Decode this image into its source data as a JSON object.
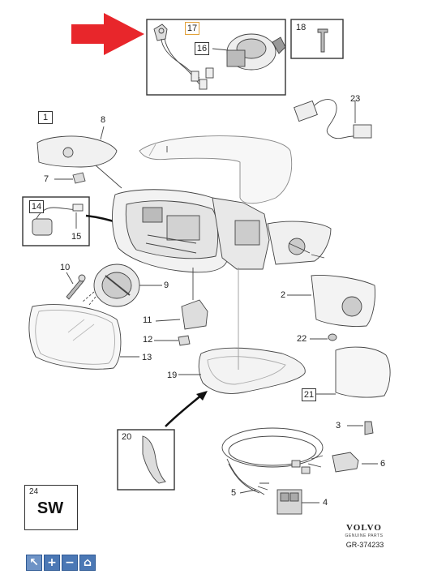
{
  "callouts": {
    "c1": "1",
    "c2": "2",
    "c3": "3",
    "c4": "4",
    "c5": "5",
    "c6": "6",
    "c7": "7",
    "c8": "8",
    "c9": "9",
    "c10": "10",
    "c11": "11",
    "c12": "12",
    "c13": "13",
    "c14": "14",
    "c15": "15",
    "c16": "16",
    "c17": "17",
    "c18": "18",
    "c19": "19",
    "c20": "20",
    "c21": "21",
    "c22": "22",
    "c23": "23",
    "c24": "24"
  },
  "badge": {
    "text": "SW"
  },
  "brand": {
    "name": "VOLVO",
    "tagline": "GENUINE PARTS",
    "ref": "GR-374233"
  },
  "toolbar": {
    "buttons": [
      {
        "name": "pointer-icon",
        "glyph": "↖"
      },
      {
        "name": "zoom-in-icon",
        "glyph": "+"
      },
      {
        "name": "zoom-out-icon",
        "glyph": "−"
      },
      {
        "name": "home-icon",
        "glyph": "⌂"
      }
    ]
  },
  "colors": {
    "arrow": "#e8262b",
    "highlight_box": "#e3a23a",
    "toolbar": "#4b78b5"
  }
}
